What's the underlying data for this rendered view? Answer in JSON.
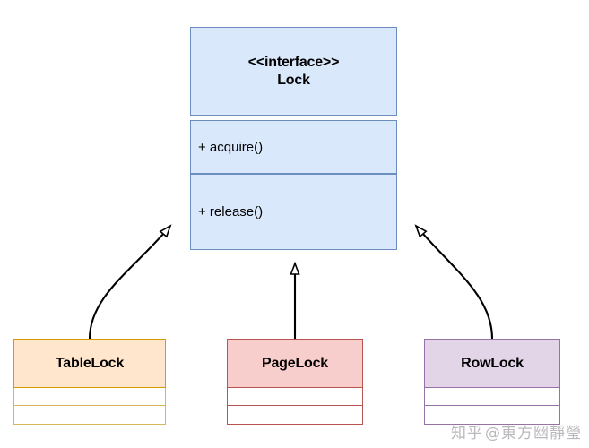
{
  "diagram": {
    "type": "uml-class-diagram",
    "background_color": "#ffffff",
    "relationship": "generalization"
  },
  "interface": {
    "stereotype": "<<interface>>",
    "name": "Lock",
    "fill_color": "#dae8fc",
    "border_color": "#6c8ebf",
    "methods": [
      {
        "label": "+ acquire()",
        "visibility": "public",
        "signature": "acquire()"
      },
      {
        "label": "+ release()",
        "visibility": "public",
        "signature": "release()"
      }
    ]
  },
  "subclasses": [
    {
      "name": "TableLock",
      "fill_color": "#ffe6cc",
      "border_color": "#d79b00",
      "attributes": [],
      "methods": []
    },
    {
      "name": "PageLock",
      "fill_color": "#f8cecc",
      "border_color": "#b85450",
      "attributes": [],
      "methods": []
    },
    {
      "name": "RowLock",
      "fill_color": "#e1d5e7",
      "border_color": "#9673a6",
      "attributes": [],
      "methods": []
    }
  ],
  "edges": [
    {
      "from": "TableLock",
      "to": "Lock",
      "kind": "generalization",
      "arrow": "hollow-triangle",
      "style": "curved"
    },
    {
      "from": "PageLock",
      "to": "Lock",
      "kind": "generalization",
      "arrow": "hollow-triangle",
      "style": "straight"
    },
    {
      "from": "RowLock",
      "to": "Lock",
      "kind": "generalization",
      "arrow": "hollow-triangle",
      "style": "curved"
    }
  ],
  "watermark": {
    "logo_text": "知乎",
    "handle": "@東方幽靜瑩",
    "color": "#b9b9bd"
  }
}
